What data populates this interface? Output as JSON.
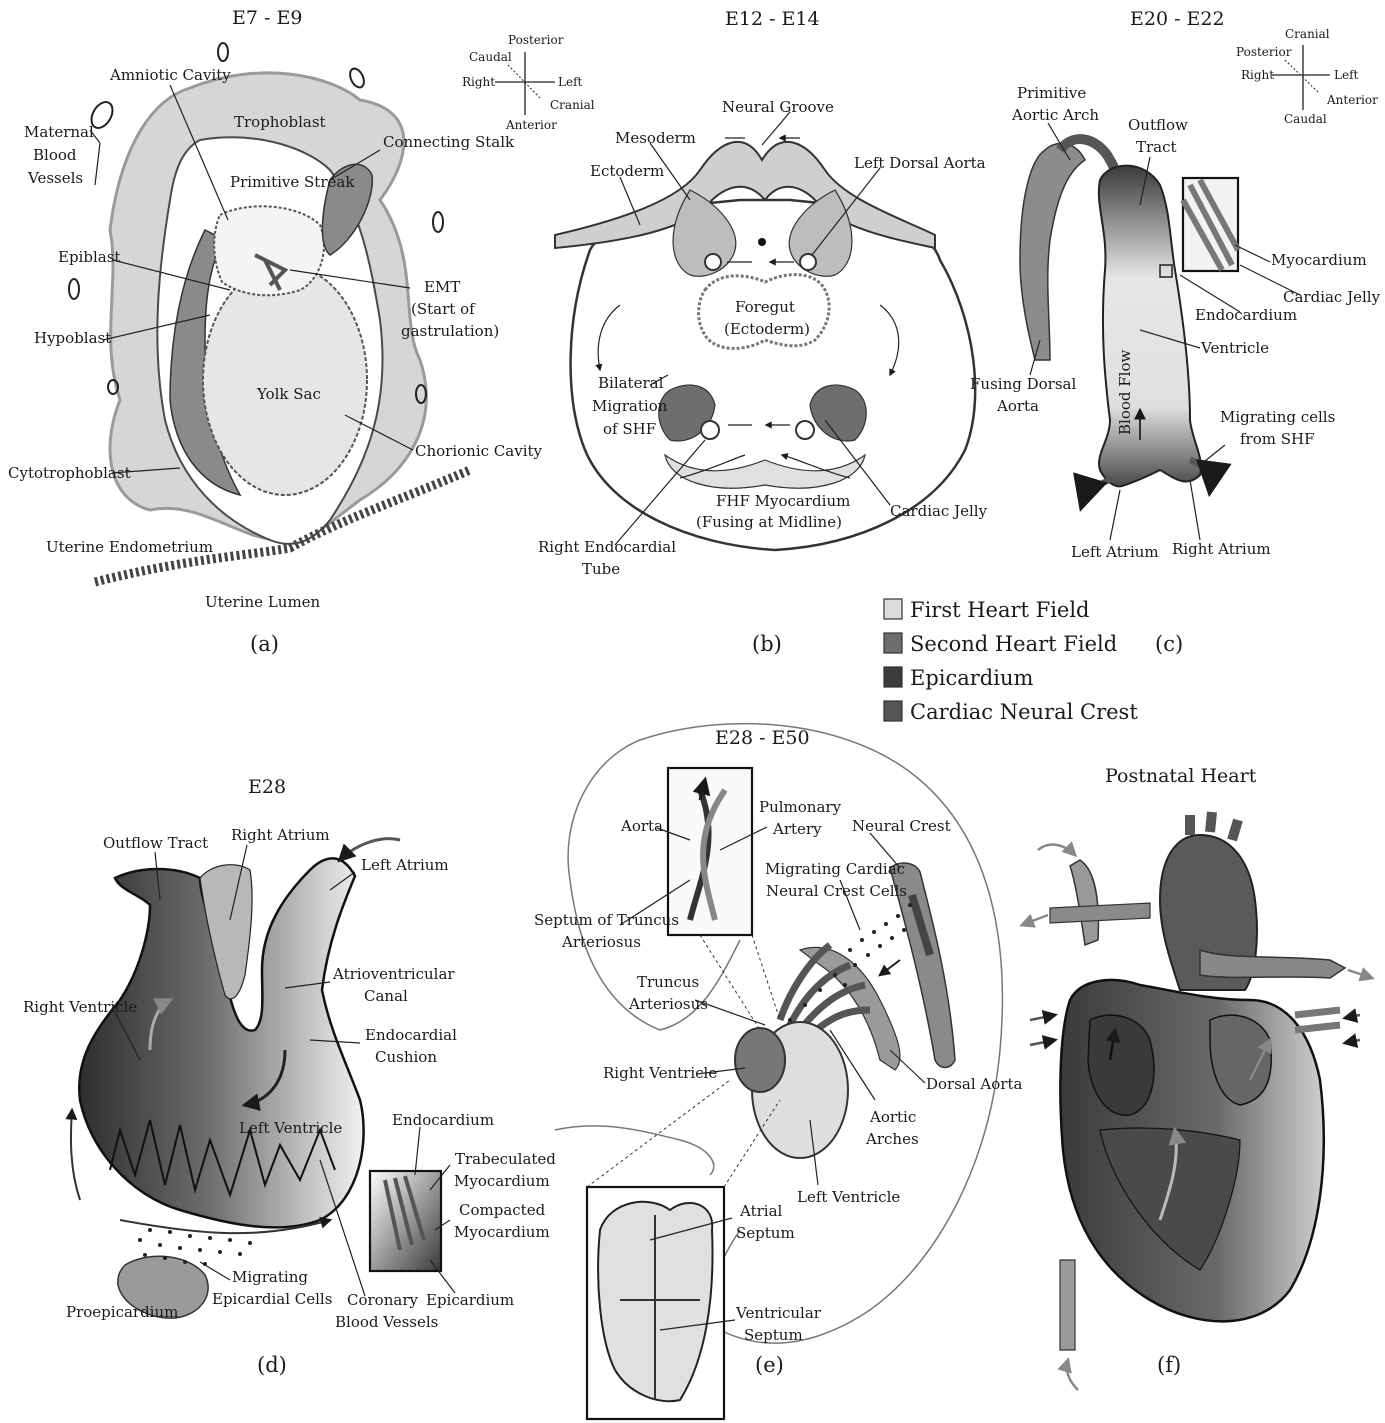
{
  "legend": [
    {
      "label": "First Heart Field",
      "color": "#dcdcdc"
    },
    {
      "label": "Second Heart Field",
      "color": "#6e6e6e"
    },
    {
      "label": "Epicardium",
      "color": "#3c3c3c"
    },
    {
      "label": "Cardiac Neural Crest",
      "color": "#555555"
    }
  ],
  "panel_a": {
    "title": "E7 - E9",
    "caption": "(a)",
    "labels": {
      "amniotic_cavity": "Amniotic Cavity",
      "trophoblast": "Trophoblast",
      "maternal_1": "Maternal",
      "maternal_2": "Blood",
      "maternal_3": "Vessels",
      "connecting_stalk": "Connecting Stalk",
      "primitive_streak": "Primitive Streak",
      "epiblast": "Epiblast",
      "emt_1": "EMT",
      "emt_2": "(Start of",
      "emt_3": "gastrulation)",
      "hypoblast": "Hypoblast",
      "yolk_sac": "Yolk Sac",
      "chorionic_cavity": "Chorionic Cavity",
      "cytotrophoblast": "Cytotrophoblast",
      "uterine_endometrium": "Uterine Endometrium",
      "uterine_lumen": "Uterine Lumen"
    }
  },
  "panel_b": {
    "title": "E12 - E14",
    "caption": "(b)",
    "orientation": {
      "posterior": "Posterior",
      "caudal": "Caudal",
      "right": "Right",
      "left": "Left",
      "cranial": "Cranial",
      "anterior": "Anterior"
    },
    "labels": {
      "neural_groove": "Neural Groove",
      "mesoderm": "Mesoderm",
      "ectoderm": "Ectoderm",
      "left_dorsal_aorta": "Left Dorsal Aorta",
      "foregut_1": "Foregut",
      "foregut_2": "(Ectoderm)",
      "bilateral_1": "Bilateral",
      "bilateral_2": "Migration",
      "bilateral_3": "of SHF",
      "fhf_1": "FHF Myocardium",
      "fhf_2": "(Fusing at Midline)",
      "cardiac_jelly": "Cardiac Jelly",
      "right_endo_1": "Right Endocardial",
      "right_endo_2": "Tube"
    }
  },
  "panel_c": {
    "title": "E20 - E22",
    "caption": "(c)",
    "orientation": {
      "cranial": "Cranial",
      "posterior": "Posterior",
      "right": "Right",
      "left": "Left",
      "anterior": "Anterior",
      "caudal": "Caudal"
    },
    "labels": {
      "prim_arch_1": "Primitive",
      "prim_arch_2": "Aortic Arch",
      "outflow_1": "Outflow",
      "outflow_2": "Tract",
      "myocardium": "Myocardium",
      "cardiac_jelly": "Cardiac Jelly",
      "endocardium": "Endocardium",
      "ventricle": "Ventricle",
      "fusing_1": "Fusing Dorsal",
      "fusing_2": "Aorta",
      "blood_flow": "Blood Flow",
      "migrating_1": "Migrating cells",
      "migrating_2": "from SHF",
      "left_atrium": "Left Atrium",
      "right_atrium": "Right Atrium"
    }
  },
  "panel_d": {
    "title": "E28",
    "caption": "(d)",
    "labels": {
      "outflow_tract": "Outflow Tract",
      "right_atrium": "Right Atrium",
      "left_atrium": "Left Atrium",
      "av_1": "Atrioventricular",
      "av_2": "Canal",
      "right_ventricle": "Right Ventricle",
      "cushion_1": "Endocardial",
      "cushion_2": "Cushion",
      "left_ventricle": "Left Ventricle",
      "endocardium": "Endocardium",
      "trab_1": "Trabeculated",
      "trab_2": "Myocardium",
      "comp_1": "Compacted",
      "comp_2": "Myocardium",
      "migr_1": "Migrating",
      "migr_2": "Epicardial Cells",
      "proepicardium": "Proepicardium",
      "coronary_1": "Coronary",
      "coronary_2": "Blood Vessels",
      "epicardium": "Epicardium"
    }
  },
  "panel_e": {
    "title": "E28 - E50",
    "caption": "(e)",
    "labels": {
      "aorta": "Aorta",
      "pulm_1": "Pulmonary",
      "pulm_2": "Artery",
      "neural_crest": "Neural Crest",
      "mcnc_1": "Migrating Cardiac",
      "mcnc_2": "Neural Crest Cells",
      "septum_ta_1": "Septum of Truncus",
      "septum_ta_2": "Arteriosus",
      "ta_1": "Truncus",
      "ta_2": "Arteriosus",
      "right_ventricle": "Right Ventricle",
      "dorsal_aorta": "Dorsal Aorta",
      "arches_1": "Aortic",
      "arches_2": "Arches",
      "left_ventricle": "Left Ventricle",
      "atrial_1": "Atrial",
      "atrial_2": "Septum",
      "vent_1": "Ventricular",
      "vent_2": "Septum"
    }
  },
  "panel_f": {
    "title": "Postnatal Heart",
    "caption": "(f)"
  }
}
